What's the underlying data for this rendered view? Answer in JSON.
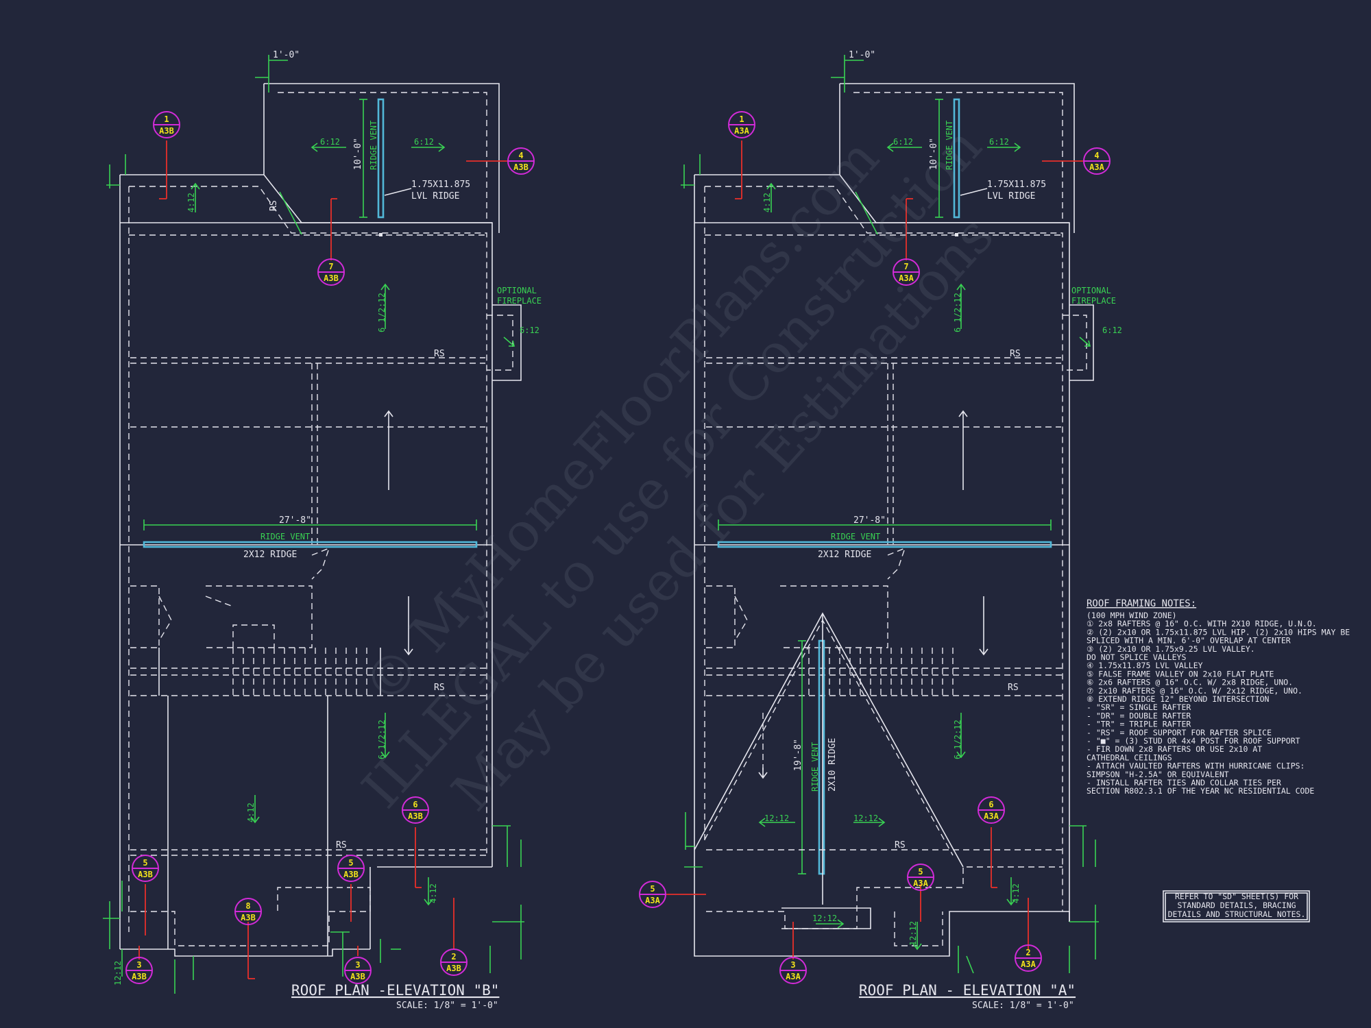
{
  "watermark": {
    "line1": "© MyHomeFloorPlans.com",
    "line2": "ILLEGAL to use for Construction",
    "line3": "May be used for Estimations"
  },
  "plans": [
    {
      "title": "ROOF PLAN -ELEVATION \"B\"",
      "scale": "SCALE: 1/8\" = 1'-0\"",
      "callouts": [
        {
          "num": "1",
          "sheet": "A3B"
        },
        {
          "num": "4",
          "sheet": "A3B"
        },
        {
          "num": "7",
          "sheet": "A3B"
        },
        {
          "num": "6",
          "sheet": "A3B"
        },
        {
          "num": "5",
          "sheet": "A3B"
        },
        {
          "num": "5",
          "sheet": "A3B"
        },
        {
          "num": "8",
          "sheet": "A3B"
        },
        {
          "num": "3",
          "sheet": "A3B"
        },
        {
          "num": "3",
          "sheet": "A3B"
        },
        {
          "num": "2",
          "sheet": "A3B"
        }
      ],
      "labels": {
        "lvl_ridge_1": "1.75X11.875",
        "lvl_ridge_2": "LVL RIDGE",
        "ridge_vent": "RIDGE VENT",
        "ridge_vent_dim": "10'-0\"",
        "ridge_2x12": "2X12 RIDGE",
        "ridge_len": "27'-8\"",
        "rs": "RS",
        "optional_1": "OPTIONAL",
        "optional_2": "FIREPLACE",
        "top_dim": "1'-0\""
      },
      "slopes": [
        "6:12",
        "6:12",
        "4:12",
        "6 1/2:12",
        "6:12",
        "6 1/2:12",
        "4:12",
        "4:12",
        "12:12"
      ]
    },
    {
      "title": "ROOF PLAN - ELEVATION \"A\"",
      "scale": "SCALE: 1/8\" = 1'-0\"",
      "callouts": [
        {
          "num": "1",
          "sheet": "A3A"
        },
        {
          "num": "4",
          "sheet": "A3A"
        },
        {
          "num": "7",
          "sheet": "A3A"
        },
        {
          "num": "6",
          "sheet": "A3A"
        },
        {
          "num": "5",
          "sheet": "A3A"
        },
        {
          "num": "5",
          "sheet": "A3A"
        },
        {
          "num": "3",
          "sheet": "A3A"
        },
        {
          "num": "2",
          "sheet": "A3A"
        }
      ],
      "labels": {
        "lvl_ridge_1": "1.75X11.875",
        "lvl_ridge_2": "LVL RIDGE",
        "ridge_vent": "RIDGE VENT",
        "ridge_vent_dim": "10'-0\"",
        "ridge_2x12": "2X12 RIDGE",
        "ridge_len": "27'-8\"",
        "rs": "RS",
        "optional_1": "OPTIONAL",
        "optional_2": "FIREPLACE",
        "ridge_2x10": "2X10 RIDGE",
        "ridge_2x10_dim": "19'-8\"",
        "top_dim": "1'-0\""
      },
      "slopes": [
        "6:12",
        "6:12",
        "4:12",
        "6 1/2:12",
        "6:12",
        "6 1/2:12",
        "12:12",
        "12:12",
        "4:12",
        "12:12",
        "12:12"
      ]
    }
  ],
  "notes": {
    "heading": "ROOF FRAMING NOTES:",
    "lines": [
      "(100 MPH WIND ZONE)",
      "① 2x8 RAFTERS @ 16\" O.C. WITH 2X10 RIDGE, U.N.O.",
      "② (2) 2x10 OR 1.75x11.875 LVL HIP. (2) 2x10 HIPS MAY BE",
      "    SPLICED WITH A MIN. 6'-0\" OVERLAP AT CENTER",
      "③ (2) 2x10 OR 1.75x9.25 LVL VALLEY.",
      "    DO NOT SPLICE VALLEYS",
      "④ 1.75x11.875 LVL VALLEY",
      "⑤ FALSE FRAME VALLEY ON 2x10 FLAT PLATE",
      "⑥ 2x6 RAFTERS @ 16\" O.C. W/ 2x8 RIDGE, UNO.",
      "⑦ 2x10 RAFTERS @ 16\" O.C. W/ 2x12 RIDGE, UNO.",
      "⑧ EXTEND RIDGE 12\" BEYOND INTERSECTION",
      "-  \"SR\" = SINGLE RAFTER",
      "-  \"DR\" = DOUBLE RAFTER",
      "-  \"TR\" = TRIPLE RAFTER",
      "-  \"RS\" = ROOF SUPPORT FOR RAFTER SPLICE",
      "-  \"■\"  = (3) STUD OR 4x4 POST FOR ROOF SUPPORT",
      "-  FIR DOWN 2x8 RAFTERS OR USE 2x10 AT",
      "    CATHEDRAL CEILINGS",
      "-  ATTACH VAULTED RAFTERS WITH HURRICANE CLIPS:",
      "    SIMPSON \"H-2.5A\" OR EQUIVALENT",
      "-  INSTALL RAFTER TIES AND COLLAR TIES PER",
      "    SECTION R802.3.1 OF THE YEAR NC RESIDENTIAL CODE"
    ]
  },
  "refer_box": [
    "REFER TO \"SD\" SHEET(S) FOR",
    "STANDARD DETAILS, BRACING",
    "DETAILS AND STRUCTURAL NOTES."
  ],
  "colors": {
    "background": "#22263a",
    "linework": "#e6e6ee",
    "dimension": "#39d353",
    "section_marker": "#d22bd8",
    "section_text": "#f2e21b",
    "leader": "#e8302a",
    "ridge_vent": "#52b8d8"
  }
}
